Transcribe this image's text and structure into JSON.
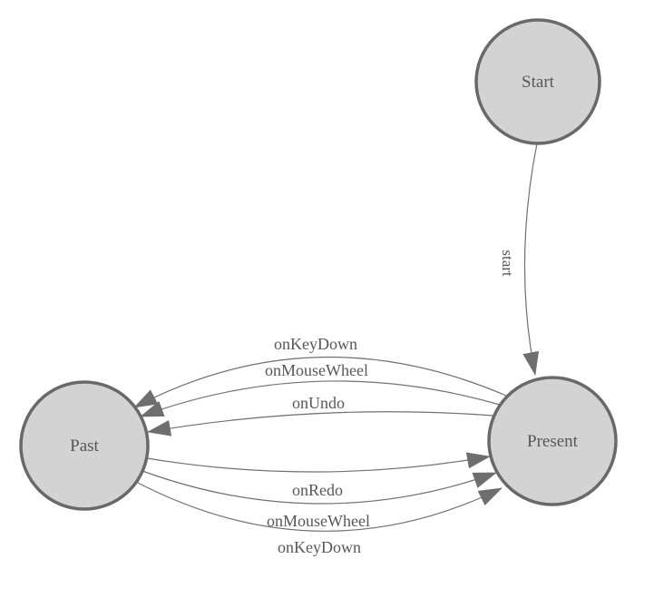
{
  "diagram": {
    "kind": "state-machine",
    "colors": {
      "background": "#ffffff",
      "node_fill": "#d3d3d3",
      "node_stroke": "#696969",
      "edge_stroke": "#707070",
      "arrow_fill": "#6e6e6e",
      "text_color": "#575757"
    },
    "nodes": [
      {
        "id": "start",
        "label": "Start"
      },
      {
        "id": "past",
        "label": "Past"
      },
      {
        "id": "present",
        "label": "Present"
      }
    ],
    "edges": [
      {
        "from": "start",
        "to": "present",
        "label": "start"
      },
      {
        "from": "present",
        "to": "past",
        "label": "onKeyDown"
      },
      {
        "from": "present",
        "to": "past",
        "label": "onMouseWheel"
      },
      {
        "from": "present",
        "to": "past",
        "label": "onUndo"
      },
      {
        "from": "past",
        "to": "present",
        "label": "onRedo"
      },
      {
        "from": "past",
        "to": "present",
        "label": "onMouseWheel"
      },
      {
        "from": "past",
        "to": "present",
        "label": "onKeyDown"
      }
    ]
  }
}
